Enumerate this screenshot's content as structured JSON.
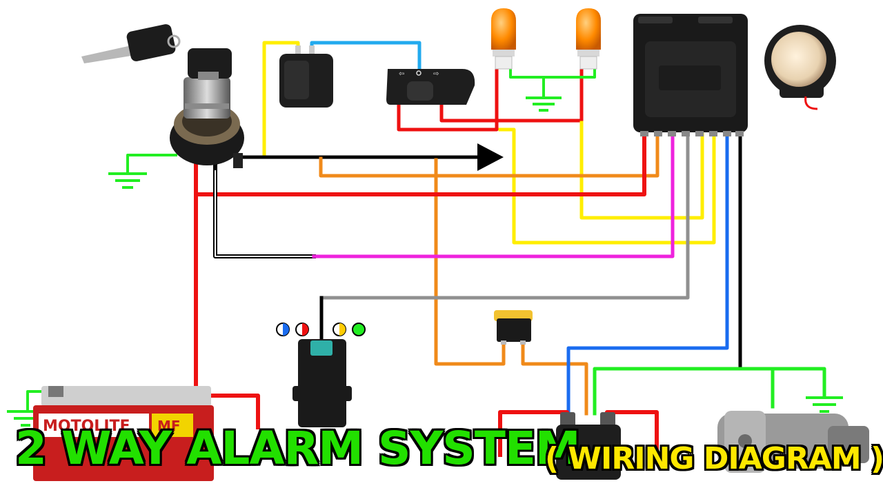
{
  "title": {
    "main": "2 WAY ALARM SYSTEM",
    "subtitle": "( WIRING DIAGRAM )"
  },
  "battery": {
    "brand": "MOTOLITE",
    "badge": "MF"
  },
  "colors": {
    "red": "#ee1111",
    "yellow": "#ffee00",
    "orange": "#f08a1a",
    "blue": "#1a6cf0",
    "green": "#22ee22",
    "magenta": "#ee22dd",
    "gray": "#909090",
    "black": "#000000",
    "title_green": "#22e000",
    "title_yellow": "#ffe800"
  },
  "components": [
    "ignition-switch-icon",
    "flasher-relay-icon",
    "signal-switch-icon",
    "turn-signal-bulb-icon",
    "alarm-module-icon",
    "siren-icon",
    "cdi-unit-icon",
    "rocker-switch-icon",
    "battery-icon",
    "starter-relay-icon",
    "starter-motor-icon",
    "ground-symbol-icon"
  ]
}
